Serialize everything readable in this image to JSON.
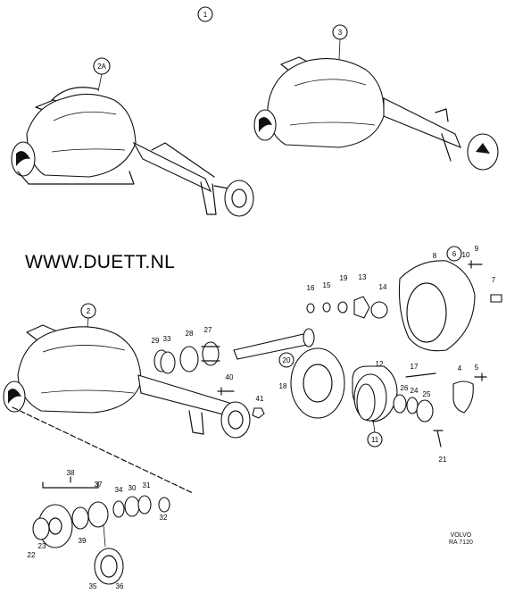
{
  "watermark": "WWW.DUETT.NL",
  "stamp": {
    "line1": "VOLVO",
    "line2": "RA 7120"
  },
  "assemblies": {
    "top": "1",
    "a2a": "2A",
    "a3": "3",
    "a2": "2",
    "a6": "6",
    "a11": "11",
    "a20": "20"
  },
  "parts": {
    "p4": "4",
    "p5": "5",
    "p7": "7",
    "p8": "8",
    "p9": "9",
    "p10": "10",
    "p12": "12",
    "p13": "13",
    "p14": "14",
    "p15": "15",
    "p16": "16",
    "p17": "17",
    "p18": "18",
    "p19": "19",
    "p21": "21",
    "p22": "22",
    "p23": "23",
    "p24": "24",
    "p25": "25",
    "p26": "26",
    "p27": "27",
    "p28": "28",
    "p29": "29",
    "p30": "30",
    "p31": "31",
    "p32": "32",
    "p33": "33",
    "p34": "34",
    "p35": "35",
    "p36": "36",
    "p37": "37",
    "p38": "38",
    "p39": "39",
    "p40": "40",
    "p41": "41"
  }
}
